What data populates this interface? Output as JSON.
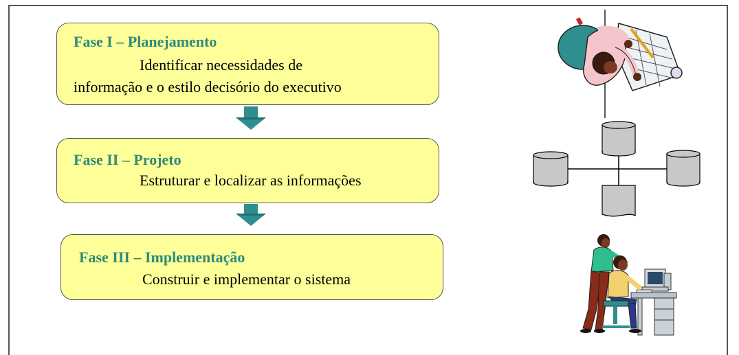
{
  "phases": [
    {
      "title": "Fase I – Planejamento",
      "lines": [
        "Identificar necessidades de",
        "informação e o estilo decisório do executivo"
      ]
    },
    {
      "title": "Fase II – Projeto",
      "lines": [
        "Estruturar e localizar as informações"
      ]
    },
    {
      "title": "Fase III – Implementação",
      "lines": [
        "Construir e implementar o sistema"
      ]
    }
  ],
  "colors": {
    "box_fill": "#ffff99",
    "title_text": "#2e8b7a",
    "arrow": "#2f8f8f"
  },
  "icons": [
    "planning-people-clipart-icon",
    "database-network-icon",
    "people-at-computer-clipart-icon"
  ]
}
